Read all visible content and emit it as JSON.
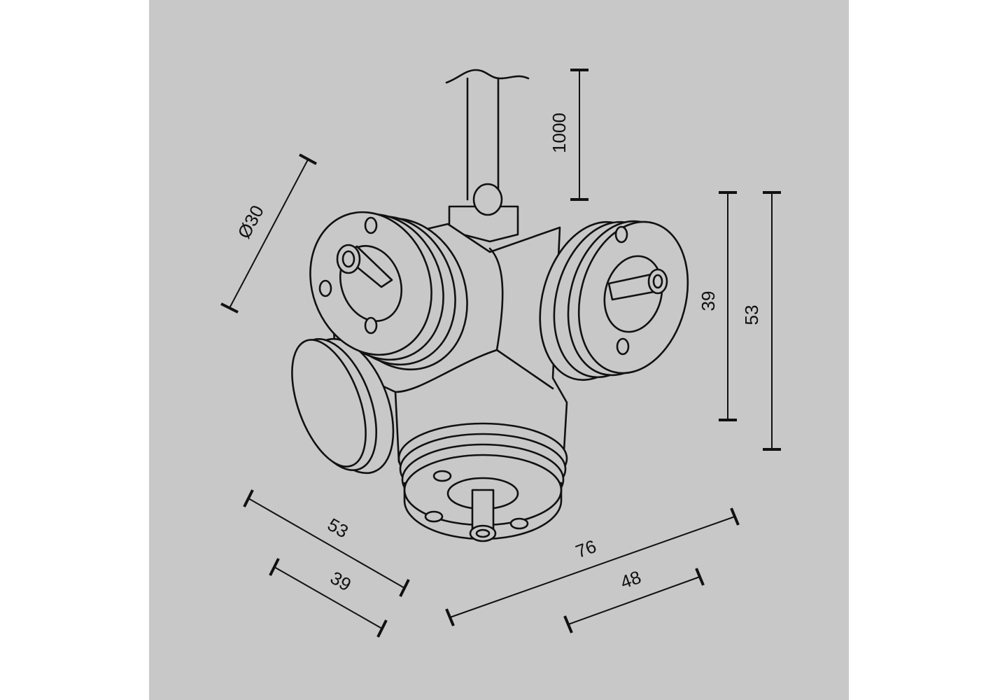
{
  "dimensions": {
    "cable_length": "1000",
    "diameter": "Ø30",
    "height_inner": "39",
    "height_outer": "53",
    "depth_outer": "53",
    "depth_inner": "39",
    "width_outer": "76",
    "width_inner": "48"
  },
  "colors": {
    "background": "#c8c8c8",
    "line": "#111111"
  }
}
